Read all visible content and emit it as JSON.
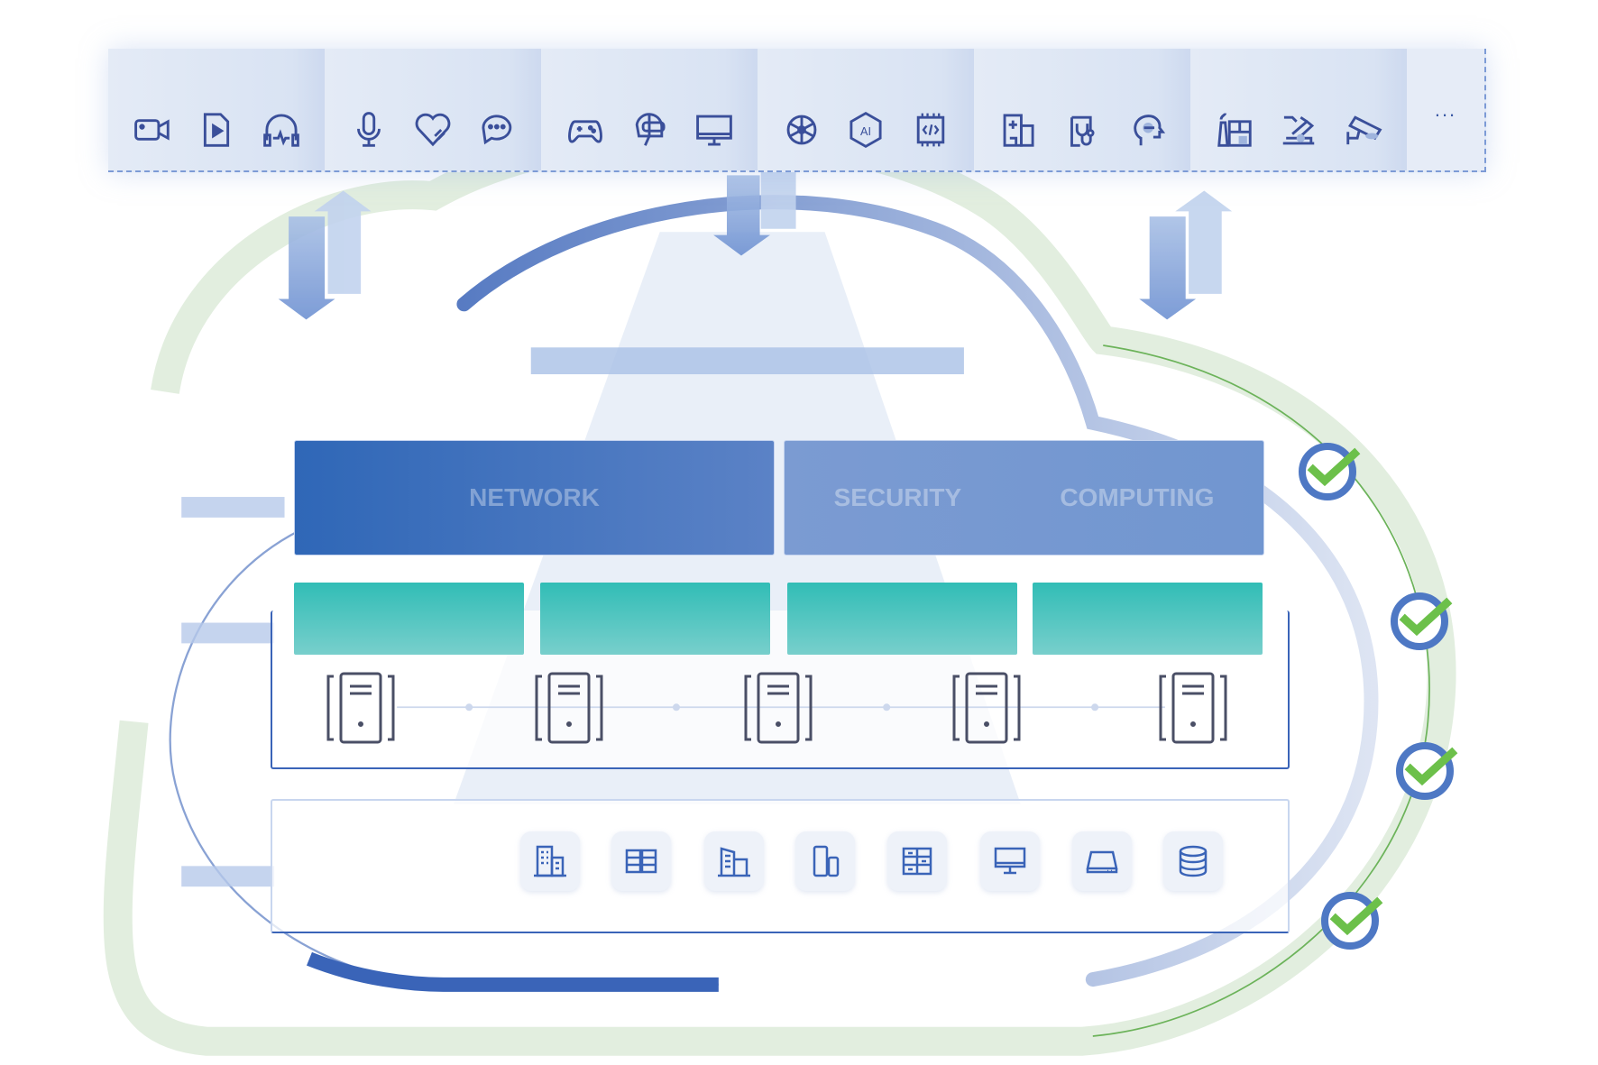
{
  "toolbar": {
    "groups": [
      {
        "icons": [
          "video-camera-icon",
          "video-file-icon",
          "headphones-audio-icon"
        ]
      },
      {
        "icons": [
          "microphone-icon",
          "heart-handshake-icon",
          "chat-bubbles-icon"
        ]
      },
      {
        "icons": [
          "gamepad-icon",
          "vr-headset-icon",
          "monitor-icon"
        ]
      },
      {
        "icons": [
          "brain-chip-icon",
          "ai-hexagon-icon",
          "code-chip-icon"
        ]
      },
      {
        "icons": [
          "hospital-icon",
          "medical-clipboard-icon",
          "mind-head-icon"
        ]
      },
      {
        "icons": [
          "factory-icon",
          "robot-arm-icon",
          "surveillance-camera-icon"
        ]
      }
    ],
    "more_label": "..."
  },
  "layers": {
    "network_label": "NETWORK",
    "security_label": "SECURITY",
    "computing_label": "COMPUTING"
  },
  "servers": {
    "count": 5
  },
  "devices": [
    "building-icon",
    "server-rack-icon",
    "office-building-icon",
    "mobile-device-icon",
    "storage-array-icon",
    "desktop-icon",
    "disk-drive-icon",
    "database-icon"
  ],
  "checks": {
    "count": 4
  },
  "colors": {
    "primary": "#3a64b8",
    "teal": "#31bdb6",
    "green": "#6cc04a",
    "ring": "#d6e8d6"
  }
}
